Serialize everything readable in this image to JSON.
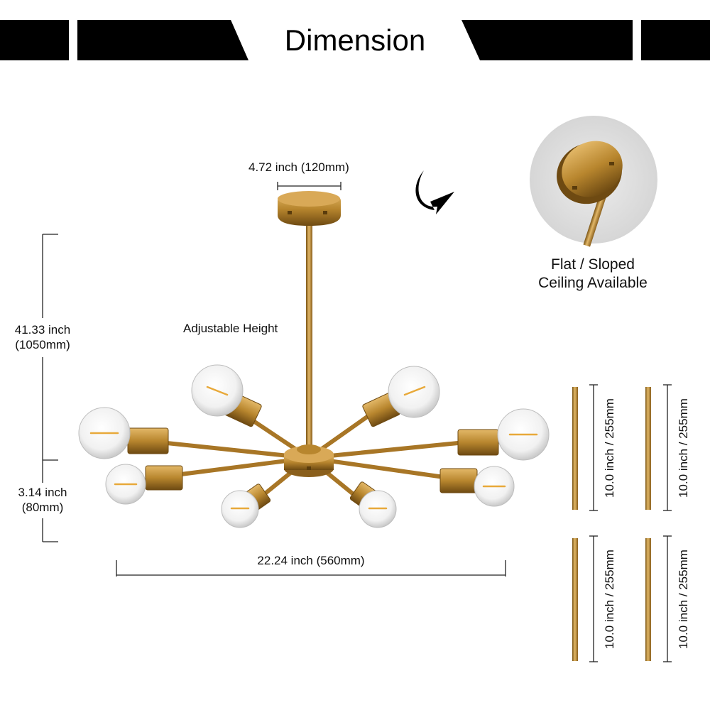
{
  "header": {
    "title": "Dimension"
  },
  "dimensions": {
    "canopy_width": "4.72 inch (120mm)",
    "adjustable_height": "Adjustable Height",
    "total_height": {
      "inch": "41.33 inch",
      "mm": "(1050mm)"
    },
    "body_height": {
      "inch": "3.14 inch",
      "mm": "(80mm)"
    },
    "total_width": "22.24 inch (560mm)"
  },
  "ceiling_note": {
    "line1": "Flat / Sloped",
    "line2": "Ceiling Available"
  },
  "rods": [
    {
      "label": "10.0 inch / 255mm"
    },
    {
      "label": "10.0 inch / 255mm"
    },
    {
      "label": "10.0 inch / 255mm"
    },
    {
      "label": "10.0 inch / 255mm"
    }
  ],
  "colors": {
    "brass": "#b8862e",
    "brass_dark": "#7a5414",
    "brass_light": "#e3b868",
    "band": "#000000"
  }
}
